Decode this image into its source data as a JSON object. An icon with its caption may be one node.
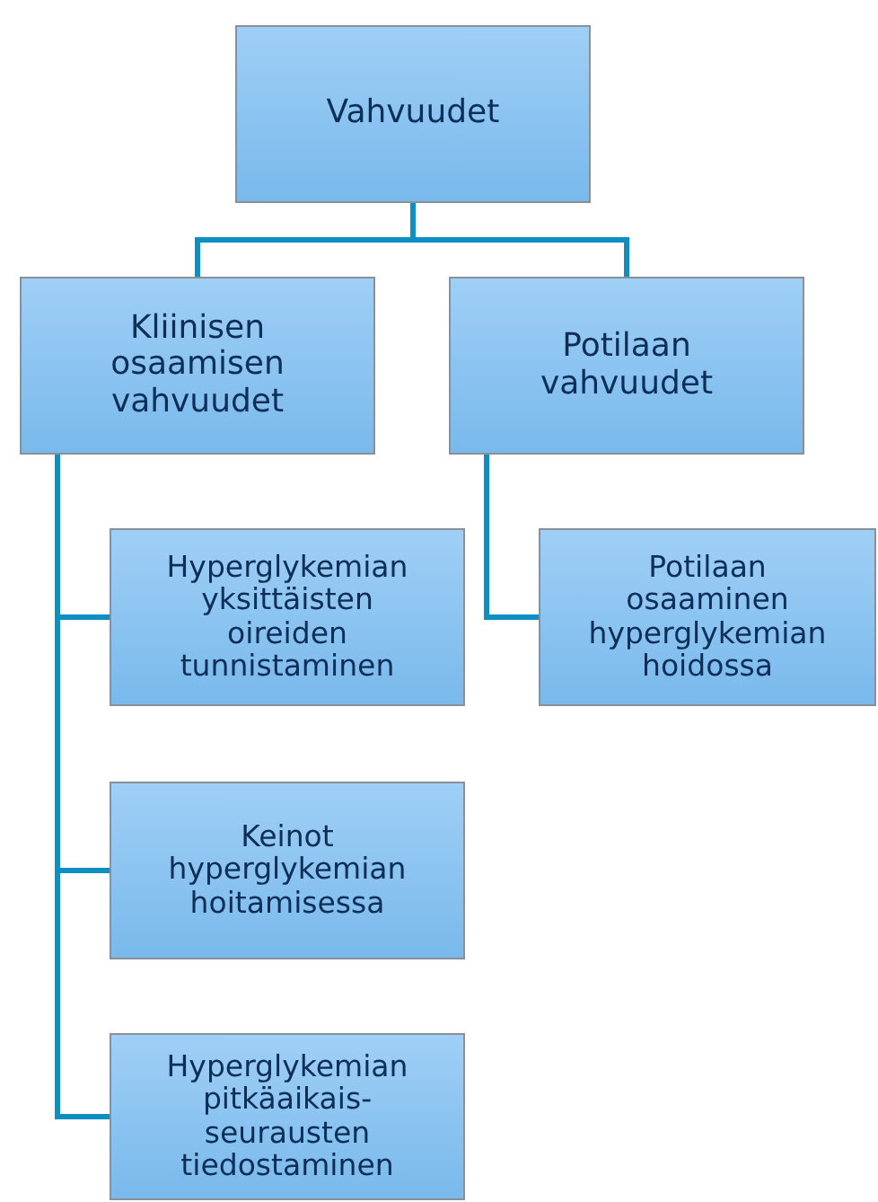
{
  "diagram": {
    "nodes": [
      {
        "text": [
          "Vahvuudet"
        ]
      },
      {
        "text": [
          "Kliinisen osaamisen vahvuudet"
        ]
      },
      {
        "text": [
          "Potilaan vahvuudet"
        ]
      },
      {
        "text": [
          "Hyperglykemian yksittäisten oireiden tunnistaminen"
        ]
      },
      {
        "text": [
          "Potilaan osaaminen hyperglykemian hoidossa"
        ]
      },
      {
        "text": [
          "Keinot hyperglykemian hoitamisessa"
        ]
      },
      {
        "text": [
          "Hyperglykemian pitkäaikais- seurausten tiedostaminen"
        ]
      }
    ],
    "edges": [
      {
        "from": 0,
        "to": 1,
        "arrow": "none"
      },
      {
        "from": 0,
        "to": 2,
        "arrow": "none"
      },
      {
        "from": 1,
        "to": 3,
        "arrow": "none"
      },
      {
        "from": 1,
        "to": 5,
        "arrow": "none"
      },
      {
        "from": 1,
        "to": 6,
        "arrow": "none"
      },
      {
        "from": 2,
        "to": 4,
        "arrow": "none"
      }
    ]
  }
}
